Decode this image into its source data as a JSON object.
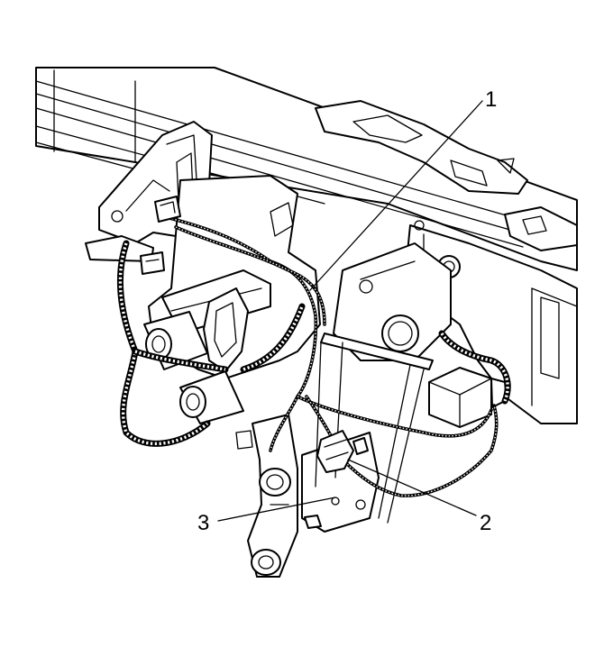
{
  "callouts": [
    {
      "label": "1",
      "part": "wiring-harness"
    },
    {
      "label": "2",
      "part": "harness-connector"
    },
    {
      "label": "3",
      "part": "retainer"
    }
  ]
}
